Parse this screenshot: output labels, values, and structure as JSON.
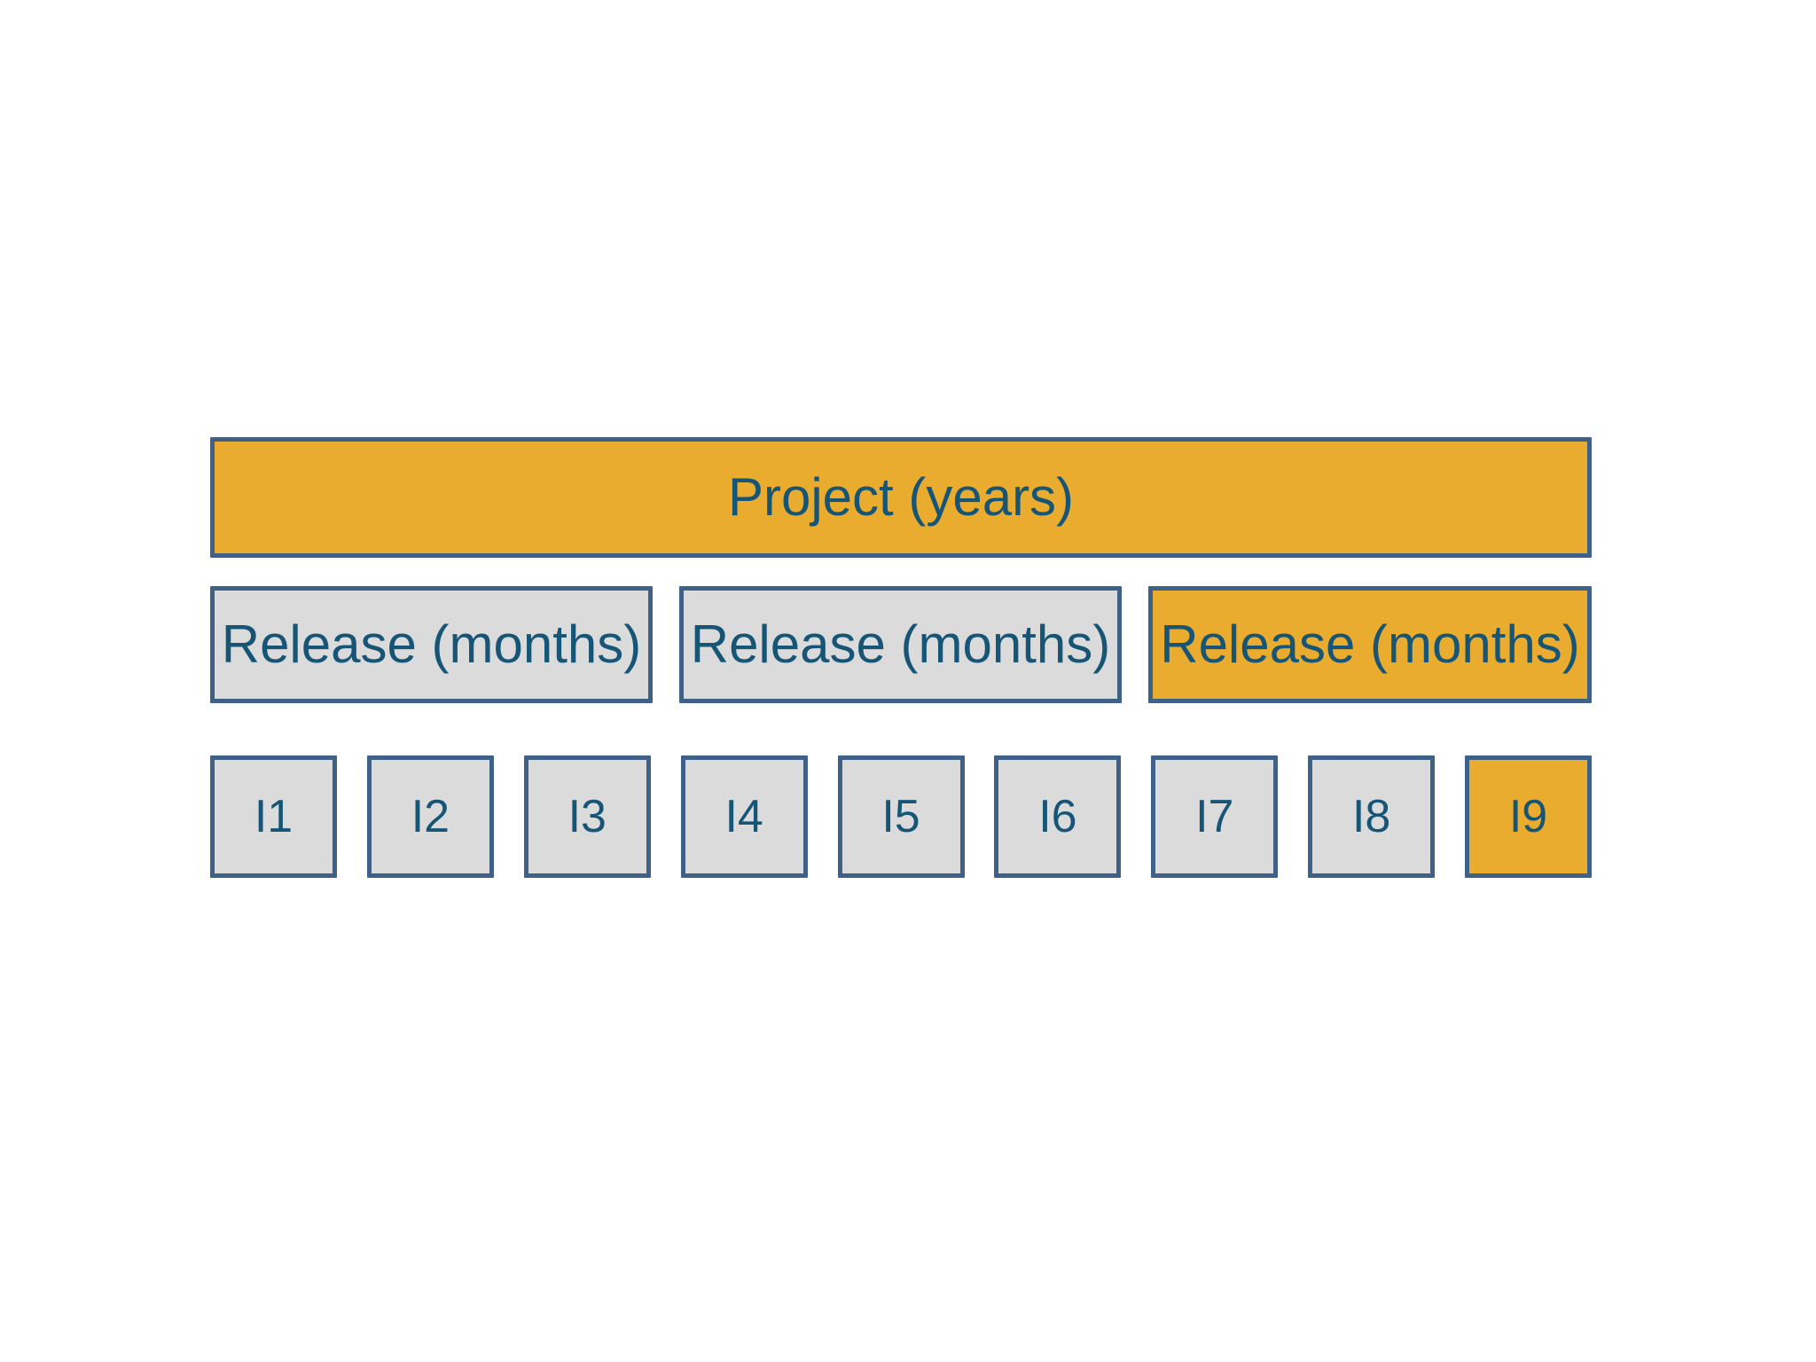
{
  "colors": {
    "highlight_fill": "#E9AC2E",
    "neutral_fill": "#DBDBDB",
    "border": "#3F6087",
    "text": "#175576",
    "background": "#FFFFFF"
  },
  "project": {
    "label": "Project (years)",
    "variant": "highlight"
  },
  "releases": [
    {
      "label": "Release (months)",
      "variant": "neutral"
    },
    {
      "label": "Release (months)",
      "variant": "neutral"
    },
    {
      "label": "Release (months)",
      "variant": "highlight"
    }
  ],
  "iterations": [
    {
      "label": "I1",
      "variant": "neutral"
    },
    {
      "label": "I2",
      "variant": "neutral"
    },
    {
      "label": "I3",
      "variant": "neutral"
    },
    {
      "label": "I4",
      "variant": "neutral"
    },
    {
      "label": "I5",
      "variant": "neutral"
    },
    {
      "label": "I6",
      "variant": "neutral"
    },
    {
      "label": "I7",
      "variant": "neutral"
    },
    {
      "label": "I8",
      "variant": "neutral"
    },
    {
      "label": "I9",
      "variant": "highlight"
    }
  ]
}
